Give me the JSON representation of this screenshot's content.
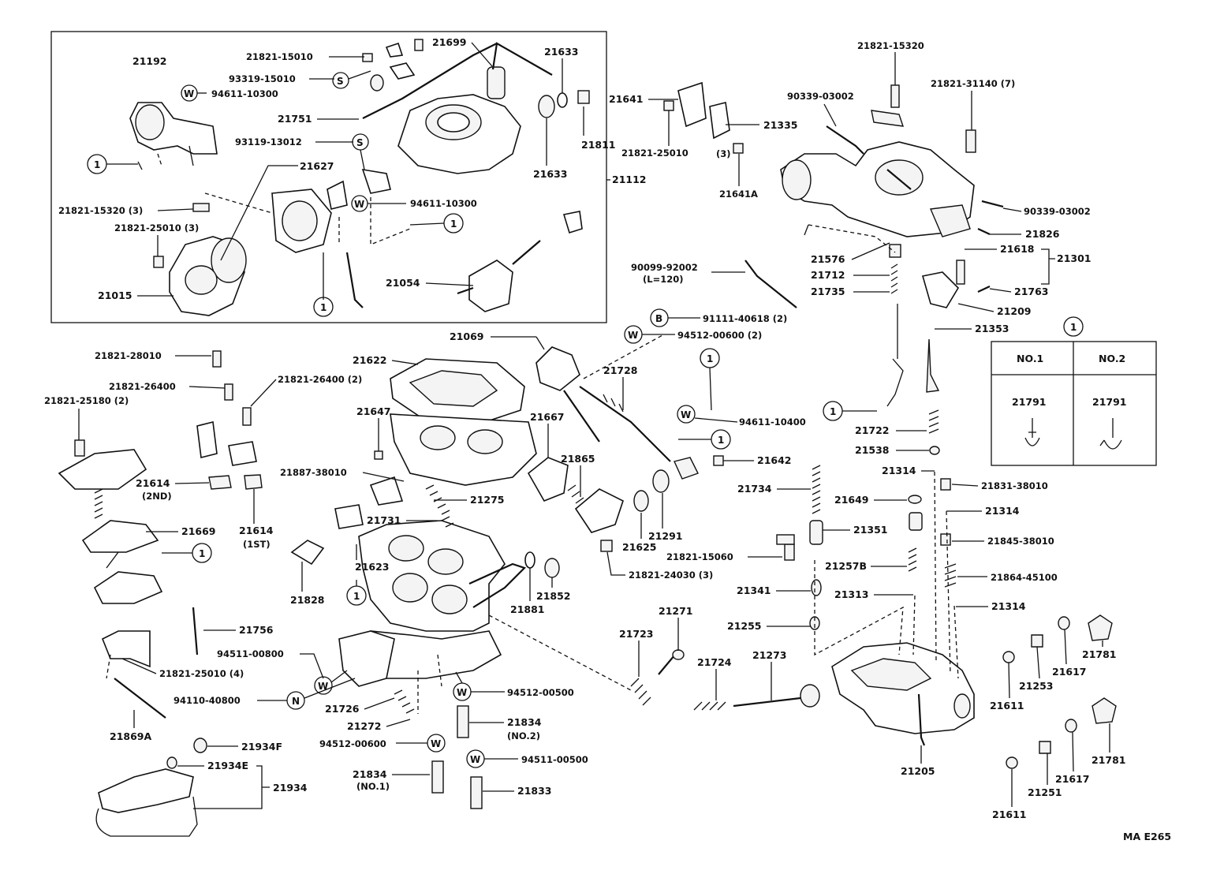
{
  "inset_box_labels": {
    "p21192": "21192",
    "p21821_15010": "21821-15010",
    "p93319_15010": "93319-15010",
    "p94611_10300a": "94611-10300",
    "p21699": "21699",
    "p21633a": "21633",
    "p21751": "21751",
    "p93119_13012": "93119-13012",
    "p21811": "21811",
    "p21633b": "21633",
    "p21627": "21627",
    "p94611_10300b": "94611-10300",
    "p21821_15320_3": "21821-15320 (3)",
    "p21821_25010_3": "21821-25010 (3)",
    "p21054": "21054",
    "p21015": "21015",
    "p21112": "21112"
  },
  "right_top_labels": {
    "p21821_15320": "21821-15320",
    "p21641": "21641",
    "p90339_03002a": "90339-03002",
    "p21821_31140": "21821-31140 (7)",
    "p21335": "21335",
    "p21821_25010": "21821-25010",
    "p3": "(3)",
    "p21641A": "21641A",
    "p90339_03002b": "90339-03002",
    "p21826": "21826",
    "p21576": "21576",
    "p21618": "21618",
    "p21301": "21301",
    "p90099_92002": "90099-92002",
    "pL120": "(L=120)",
    "p21712": "21712",
    "p21735": "21735",
    "p21763": "21763",
    "p21209": "21209",
    "p91111_40618": "91111-40618 (2)",
    "p94512_00600_2": "94512-00600 (2)",
    "p21353": "21353",
    "p94611_10400": "94611-10400",
    "p21722": "21722",
    "p21538": "21538"
  },
  "middle_labels": {
    "p21821_28010": "21821-28010",
    "p21069": "21069",
    "p21622": "21622",
    "p21728": "21728",
    "p21821_26400": "21821-26400",
    "p21821_26400_2": "21821-26400 (2)",
    "p21821_25180_2": "21821-25180 (2)",
    "p21647": "21647",
    "p21667": "21667",
    "p21865": "21865",
    "p21642": "21642",
    "p21887_38010": "21887-38010",
    "p21614_2nd": "21614",
    "p2nd": "(2ND)",
    "p21275": "21275",
    "p21669": "21669",
    "p21614_1st": "21614",
    "p1st": "(1ST)",
    "p21731": "21731",
    "p21625": "21625",
    "p21291": "21291",
    "p21623": "21623",
    "p21821_24030_3": "21821-24030 (3)",
    "p21828": "21828",
    "p21852": "21852",
    "p21881": "21881",
    "p21756": "21756",
    "p94511_00800": "94511-00800",
    "p21821_25010_4": "21821-25010 (4)",
    "p94110_40800": "94110-40800",
    "p21726": "21726",
    "p94512_00500": "94512-00500",
    "p21272": "21272",
    "p21834_no2": "21834",
    "pno2": "(NO.2)",
    "p21869A": "21869A",
    "p94512_00600": "94512-00600",
    "p21934F": "21934F",
    "p21934E": "21934E",
    "p21934": "21934",
    "p21834_no1": "21834",
    "pno1": "(NO.1)",
    "p94511_00500": "94511-00500",
    "p21833": "21833",
    "p21271": "21271",
    "p21723": "21723",
    "p21724": "21724",
    "p21273": "21273"
  },
  "right_bottom_labels": {
    "p21314a": "21314",
    "p21831_38010": "21831-38010",
    "p21734": "21734",
    "p21649": "21649",
    "p21314b": "21314",
    "p21351": "21351",
    "p21845_38010": "21845-38010",
    "p21821_15060": "21821-15060",
    "p21257B": "21257B",
    "p21864_45100": "21864-45100",
    "p21341": "21341",
    "p21313": "21313",
    "p21314c": "21314",
    "p21255": "21255",
    "p21781a": "21781",
    "p21617a": "21617",
    "p21253": "21253",
    "p21611a": "21611",
    "p21205": "21205",
    "p21781b": "21781",
    "p21617b": "21617",
    "p21251": "21251",
    "p21611b": "21611"
  },
  "callout_table": {
    "key": "1",
    "col1_header": "NO.1",
    "col2_header": "NO.2",
    "col1_part": "21791",
    "col2_part": "21791"
  },
  "markers": {
    "one": "1",
    "s": "S",
    "w": "W",
    "b": "B",
    "n": "N"
  },
  "footer_code": "MA  E265"
}
